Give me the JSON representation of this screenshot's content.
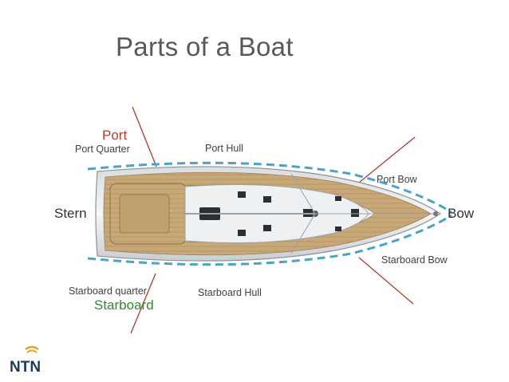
{
  "title": "Parts of a Boat",
  "labels": {
    "port": "Port",
    "starboard": "Starboard",
    "stern": "Stern",
    "bow": "Bow",
    "port_quarter": "Port Quarter",
    "port_hull": "Port Hull",
    "port_bow": "Port Bow",
    "starboard_bow": "Starboard Bow",
    "starboard_quarter": "Starboard quarter",
    "starboard_hull": "Starboard Hull"
  },
  "logo_text": "NTN",
  "colors": {
    "title": "#595959",
    "port": "#c0392b",
    "starboard": "#2e8b2e",
    "dashed_outline": "#4aa3c8",
    "pointer_lines": "#b03a2e",
    "deck": "#c9a878",
    "logo_navy": "#1f3a5f",
    "logo_gold": "#e0a11b"
  }
}
